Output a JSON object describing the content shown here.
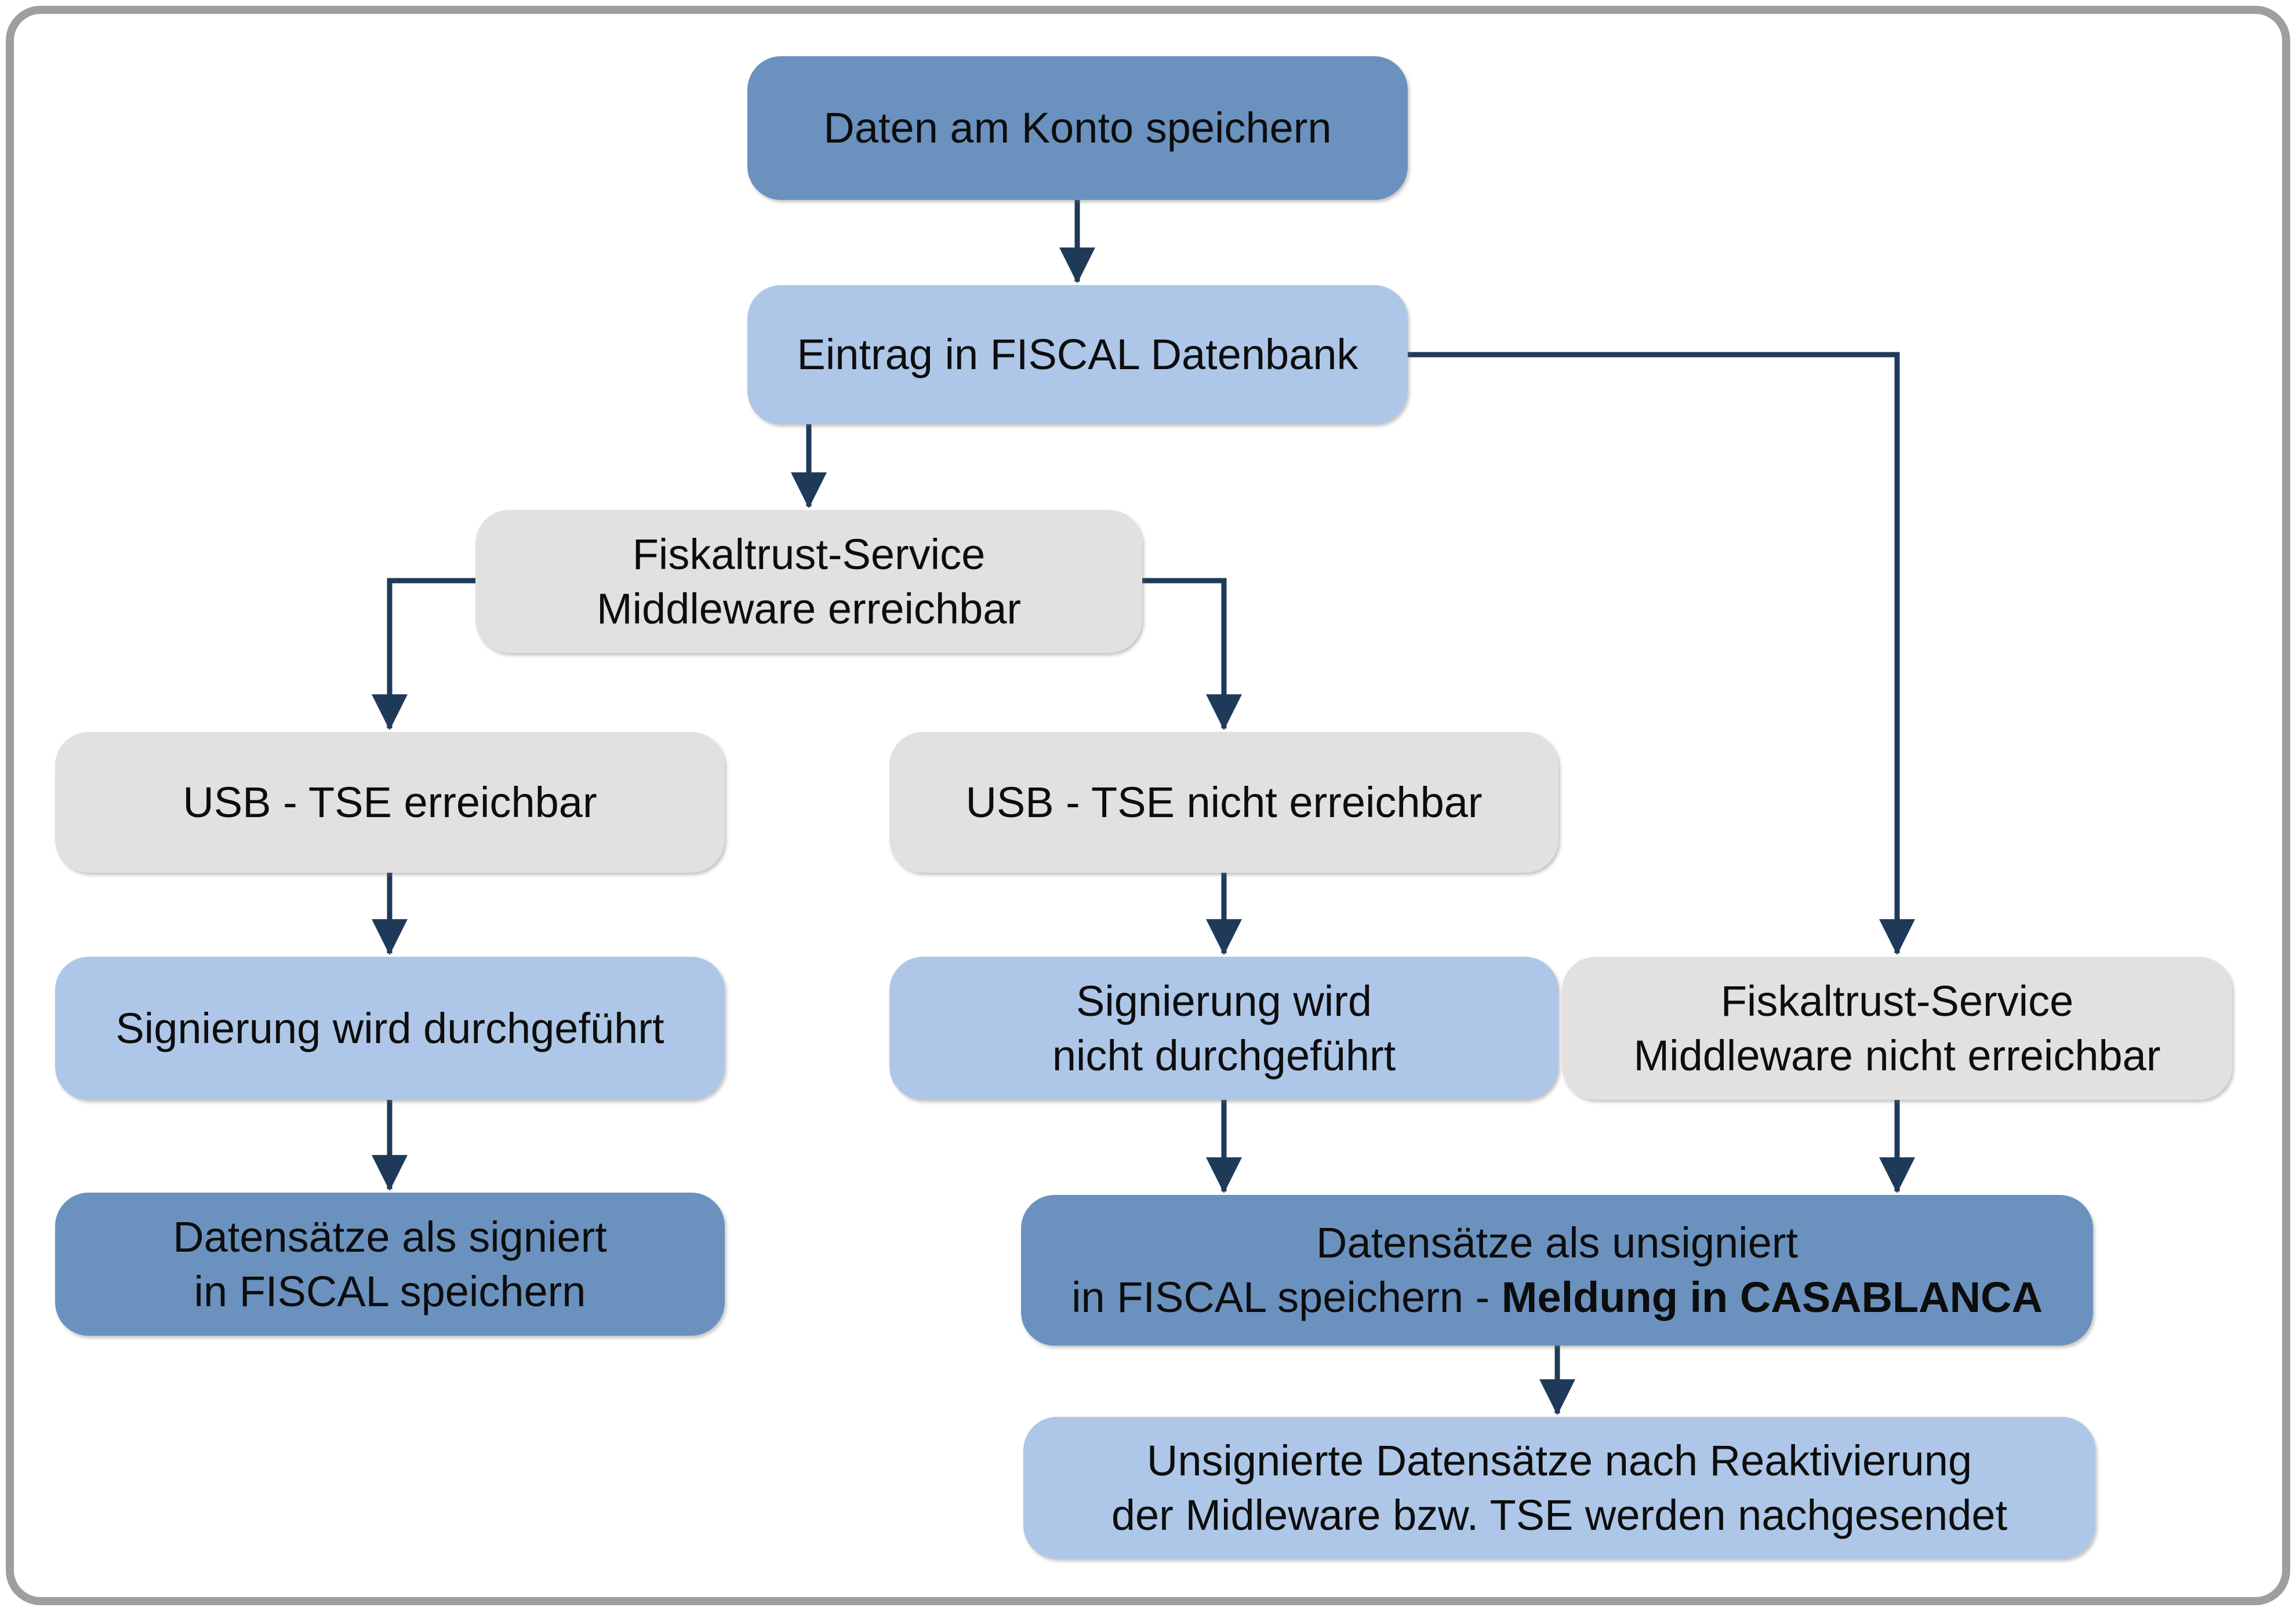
{
  "diagram": {
    "colors": {
      "dark": "#6b92bf",
      "light": "#aec7e8",
      "gray": "#e2e1df",
      "arrow": "#1f3a59",
      "frame_border": "#9e9e9e",
      "background": "#ffffff",
      "text": "#0d0d0d"
    },
    "nodes": {
      "n1": {
        "line1": "Daten am Konto speichern"
      },
      "n2": {
        "line1": "Eintrag in FISCAL Datenbank"
      },
      "n3": {
        "line1": "Fiskaltrust-Service",
        "line2": "Middleware erreichbar"
      },
      "n4": {
        "line1": "USB - TSE erreichbar"
      },
      "n5": {
        "line1": "USB - TSE nicht erreichbar"
      },
      "n6": {
        "line1": "Signierung wird durchgeführt"
      },
      "n7": {
        "line1": "Signierung wird",
        "line2": "nicht durchgeführt"
      },
      "n8": {
        "line1": "Fiskaltrust-Service",
        "line2": "Middleware nicht erreichbar"
      },
      "n9": {
        "line1": "Datensätze als signiert",
        "line2": "in FISCAL speichern"
      },
      "n10": {
        "line1": "Datensätze als unsigniert",
        "line2_normal": "in FISCAL speichern - ",
        "line2_bold": "Meldung in CASABLANCA"
      },
      "n11": {
        "line1": "Unsignierte Datensätze nach Reaktivierung",
        "line2": "der Midleware bzw. TSE werden nachgesendet"
      }
    }
  }
}
